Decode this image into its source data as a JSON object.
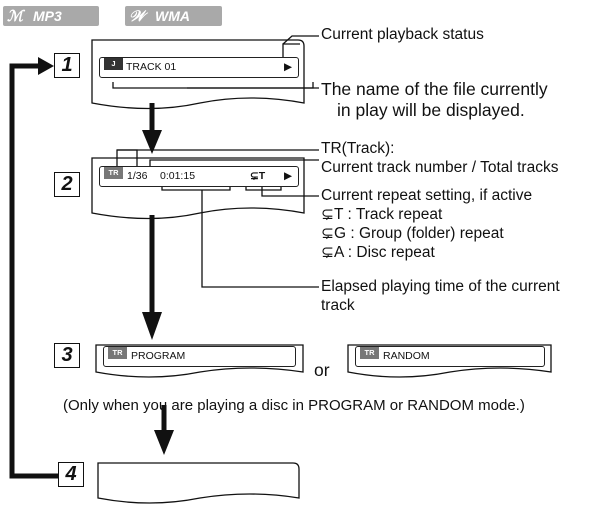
{
  "badges": {
    "mp3": "MP3",
    "wma": "WMA"
  },
  "steps": [
    "1",
    "2",
    "3",
    "4"
  ],
  "step1": {
    "icon_label": "J",
    "track": "TRACK 01",
    "play": "▶"
  },
  "step2": {
    "tr_icon": "TR",
    "track_count": "1/36",
    "time": "0:01:15",
    "repeat": "⊊T",
    "play": "▶"
  },
  "step3": {
    "tr_icon": "TR",
    "program": "PROGRAM",
    "or": "or",
    "random": "RANDOM",
    "note": "(Only when you are playing a disc in PROGRAM or RANDOM mode.)"
  },
  "annotations": {
    "status": "Current playback status",
    "filename_1": "The name of the file currently",
    "filename_2": "in play will be displayed.",
    "tr_1": "TR(Track):",
    "tr_2": "Current track number / Total tracks",
    "repeat_head": "Current repeat setting, if active",
    "repeat_t": "⊊T  : Track repeat",
    "repeat_g": "⊊G  : Group (folder) repeat",
    "repeat_a": "⊊A  : Disc repeat",
    "elapsed_1": "Elapsed playing time of the current",
    "elapsed_2": "track"
  }
}
